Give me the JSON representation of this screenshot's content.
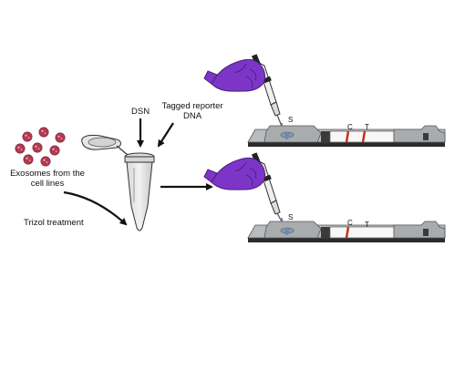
{
  "labels": {
    "exosomes_line1": "Exosomes from the",
    "exosomes_line2": "cell lines",
    "trizol": "Trizol treatment",
    "dsn": "DSN",
    "reporter_line1": "Tagged reporter",
    "reporter_line2": "DNA"
  },
  "strips": [
    {
      "sample_pad": "S",
      "control_line": "C",
      "test_line": "T",
      "control_visible": true,
      "test_visible": true
    },
    {
      "sample_pad": "S",
      "control_line": "C",
      "test_line": "T",
      "control_visible": true,
      "test_visible": false
    }
  ],
  "colors": {
    "exosome": "#b13a52",
    "glove": "#7d35c8",
    "line": "#c8281e",
    "strip_body": "#b9bbbd",
    "strip_base": "#2b2b2b",
    "membrane": "#f7f7f7"
  }
}
